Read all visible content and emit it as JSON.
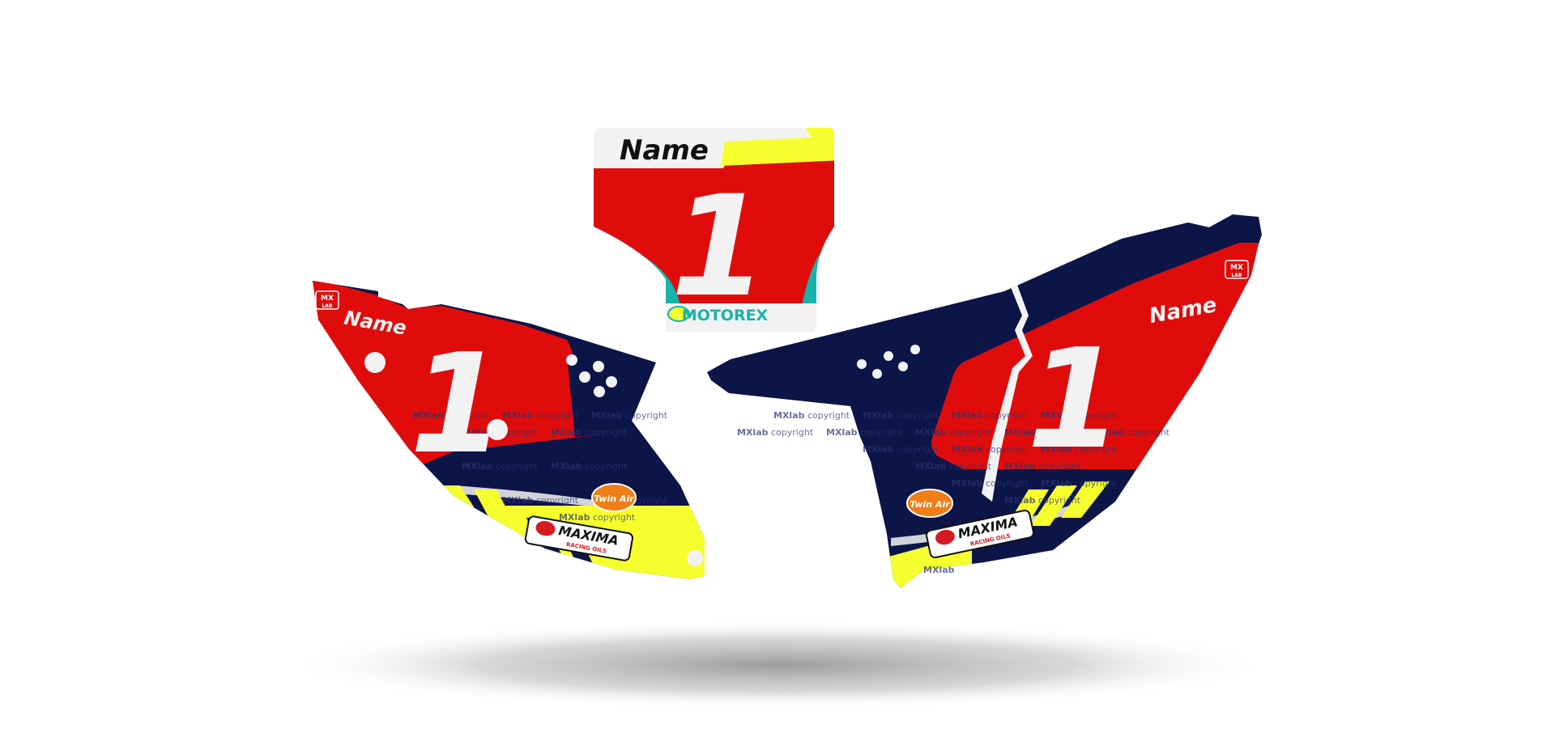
{
  "front_plate": {
    "name": "Name",
    "number": "1",
    "sponsor": "MOTOREX"
  },
  "left_panel": {
    "name": "Name",
    "number": "1",
    "badge": [
      "MX",
      "LAB"
    ],
    "sponsors": [
      "Twin Air",
      "MAXIMA",
      "RACING OILS"
    ]
  },
  "right_panel": {
    "name": "Name",
    "number": "1",
    "badge": [
      "MX",
      "LAB"
    ],
    "sponsors": [
      "Twin Air",
      "MAXIMA",
      "RACING OILS"
    ]
  },
  "watermark": {
    "brand": "MXlab",
    "word": "copyright"
  },
  "colors": {
    "red": "#e00c0c",
    "navy": "#0c1548",
    "yellow": "#f6ff2e",
    "teal": "#17b3ad",
    "white": "#f2f2f2",
    "black": "#111111",
    "twinair_orange": "#f07d16",
    "maxima_red": "#d71920"
  }
}
